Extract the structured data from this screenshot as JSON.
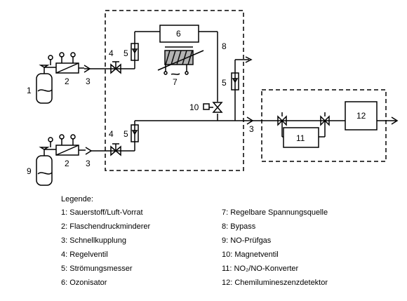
{
  "diagram": {
    "labels": {
      "n1": "1",
      "n2a": "2",
      "n3a": "3",
      "n4a": "4",
      "n5a": "5",
      "n6": "6",
      "n7": "7",
      "n8": "8",
      "n5b": "5",
      "n10": "10",
      "n3b": "3",
      "n4b": "4",
      "n5c": "5",
      "n9": "9",
      "n2b": "2",
      "n3c": "3",
      "n11": "11",
      "n12": "12"
    }
  },
  "legend": {
    "title": "Legende:",
    "left": [
      "1: Sauerstoff/Luft-Vorrat",
      "2: Flaschendruckminderer",
      "3: Schnellkupplung",
      "4: Regelventil",
      "5: Strömungsmesser",
      "6: Ozonisator"
    ],
    "right": [
      "7: Regelbare Spannungsquelle",
      "8: Bypass",
      "9: NO-Prüfgas",
      "10: Magnetventil",
      "11: NO₂/NO-Konverter",
      "12: Chemilumineszenzdetektor"
    ]
  }
}
